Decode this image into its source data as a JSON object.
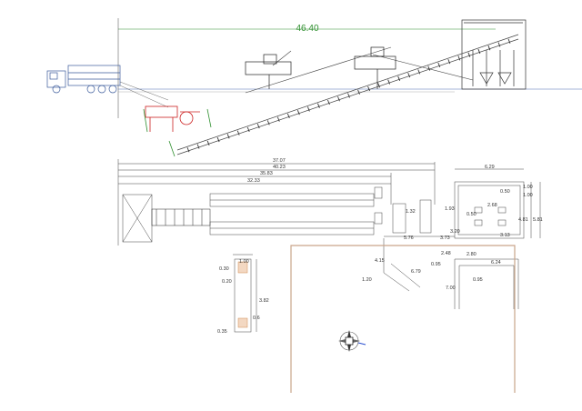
{
  "overall_length": "46.40",
  "plan_dims": {
    "d37": "37.07",
    "d40": "40.23",
    "d35": "35.83",
    "d32": "32.33",
    "d629": "6.29",
    "d100a": "1.00",
    "d050a": "0.50",
    "d100b": "1.00",
    "d193": "1.93",
    "d268": "2.68",
    "d050b": "0.50",
    "d481": "4.81",
    "d581": "5.81",
    "d132": "1.32",
    "d320": "3.20",
    "d313": "3.13",
    "d576": "5.76",
    "d373": "3.73",
    "d248": "2.48",
    "d280": "2.80",
    "d095a": "0.95",
    "d624": "6.24",
    "d415": "4.15",
    "d679": "6.79",
    "d120": "1.20",
    "d095b": "0.95",
    "d700": "7.00"
  },
  "detail_dims": {
    "d030": "0.30",
    "d100": "1.00",
    "d020": "0.20",
    "d382": "3.82",
    "d06": "0.6",
    "d035": "0.35"
  },
  "colors": {
    "line": "#444444",
    "green": "#2f8f2f",
    "red": "#cc2222",
    "boundary": "#c9a58a",
    "ground": "#4a6fb5"
  }
}
